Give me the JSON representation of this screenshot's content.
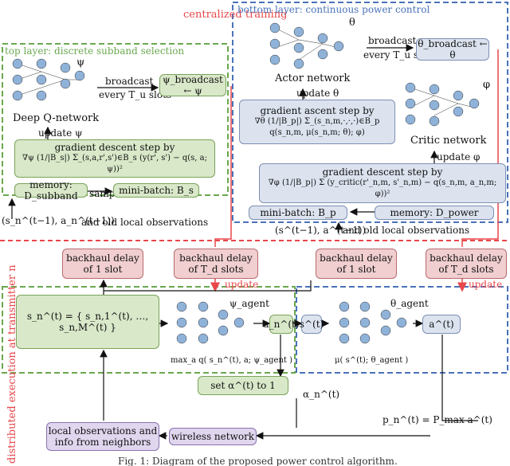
{
  "titles": {
    "centralized": "centralized training",
    "top_layer": "top layer: discrete subband selection",
    "bottom_layer": "bottom layer: continuous power control",
    "distributed": "distributed execution at transmitter n"
  },
  "top": {
    "psi_symbol": "ψ",
    "network": "Deep Q-network",
    "broadcast": "broadcast",
    "every_slots": "every T_u slots",
    "psi_broadcast": "ψ_broadcast ← ψ",
    "update": "update ψ",
    "gd_title": "gradient descent step by",
    "gd_formula": "∇ψ (1/|B_s|) Σ_(s,a,r',s')∈B_s (y(r', s') − q(s, a; ψ))²",
    "memory": "memory: D_subband",
    "sample": "sample",
    "minibatch": "mini-batch: B_s",
    "obs_input": "(s_n^(t−1), a_n^(t−1))",
    "obs_tail": "and old local observations"
  },
  "bottom": {
    "theta_symbol": "θ",
    "actor": "Actor network",
    "broadcast": "broadcast",
    "every_slots": "every T_u slots",
    "theta_broadcast": "θ_broadcast ← θ",
    "update_theta": "update θ",
    "phi_symbol": "φ",
    "critic": "Critic network",
    "ga_title": "gradient ascent step by",
    "ga_formula": "∇θ (1/|B_p|) Σ_(s_n,m,·,·,·)∈B_p q(s_n,m, μ(s_n,m; θ); φ)",
    "update_phi": "update φ",
    "gd_title": "gradient descent step by",
    "gd_formula": "∇φ (1/|B_p|) Σ (y_critic(r'_n,m, s'_n,m) − q(s_n,m, a_n,m; φ))²",
    "minibatch": "mini-batch: B_p",
    "memory": "memory: D_power",
    "obs_input": "(s^(t−1), a^(t−1))",
    "obs_tail": "and old local observations"
  },
  "execution": {
    "delay1_a": "backhaul delay of 1 slot",
    "delayTd_a": "backhaul delay of T_d slots",
    "delay1_b": "backhaul delay of 1 slot",
    "delayTd_b": "backhaul delay of T_d slots",
    "update_a": "update",
    "update_b": "update",
    "state": "s_n^(t) = { s_n,1^(t), …, s_n,M^(t) }",
    "psi_agent": "ψ_agent",
    "max_q": "max_a q( s_n^(t), a; ψ_agent )",
    "a_n": "a_n^(t)",
    "s_sel": "s^(t)",
    "theta_agent": "θ_agent",
    "mu": "μ( s^(t); θ_agent )",
    "a_out": "a^(t)",
    "set_alpha": "set α^(t) to 1",
    "alpha": "α_n^(t)",
    "power": "p_n^(t) = P_max a^(t)",
    "local_obs": "local observations and info from neighbors",
    "wireless": "wireless network"
  },
  "caption": "Fig. 1: Diagram of the proposed power control algorithm.",
  "colors": {
    "red": "#e8474b",
    "green": "#6aa84f",
    "blue": "#4a72b8",
    "green_fill": "#d9e8c9",
    "blue_fill": "#dce3ef",
    "red_fill": "#f1cfd0",
    "purple_fill": "#e0d6ee"
  }
}
